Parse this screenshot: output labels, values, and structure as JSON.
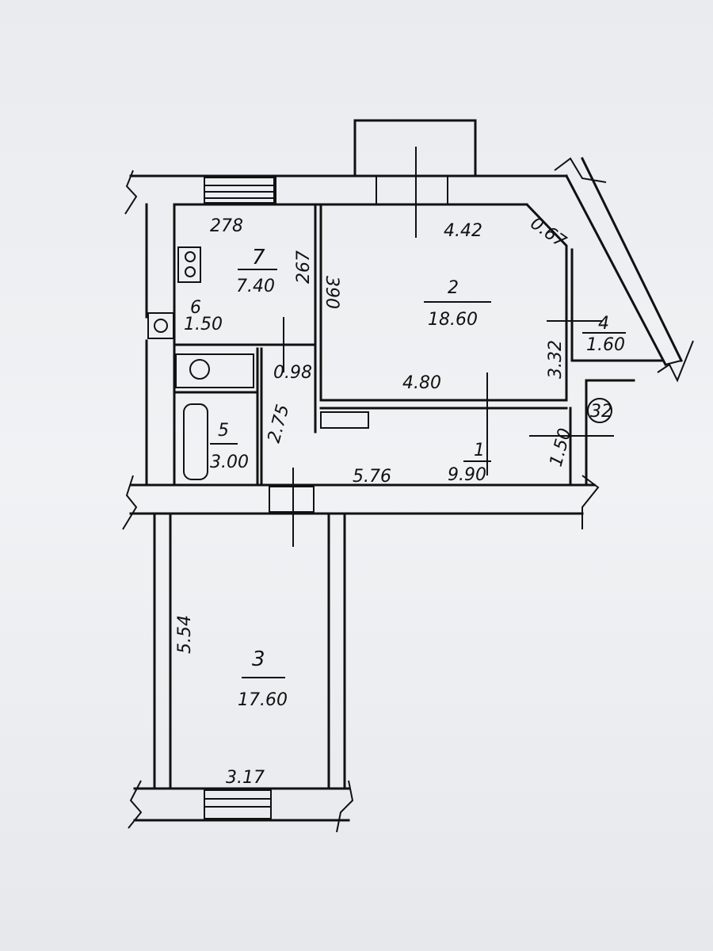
{
  "apartment_number": "32",
  "rooms": [
    {
      "number": "1",
      "area": "9.90"
    },
    {
      "number": "2",
      "area": "18.60"
    },
    {
      "number": "3",
      "area": "17.60"
    },
    {
      "number": "4",
      "area": "1.60"
    },
    {
      "number": "5",
      "area": "3.00"
    },
    {
      "number": "6",
      "area": "1.50"
    },
    {
      "number": "7",
      "area": "7.40"
    }
  ],
  "dimensions": {
    "kitchen_width": "278",
    "kitchen_length": "267",
    "room2_left": "390",
    "room2_top": "4.42",
    "room2_corner": "0.67",
    "room2_right": "3.32",
    "room2_bottom": "4.80",
    "wc_width": "0.98",
    "bath_length": "2.75",
    "corridor_length": "5.76",
    "corridor_width": "1.50",
    "room3_length": "5.54",
    "room3_width": "3.17"
  }
}
